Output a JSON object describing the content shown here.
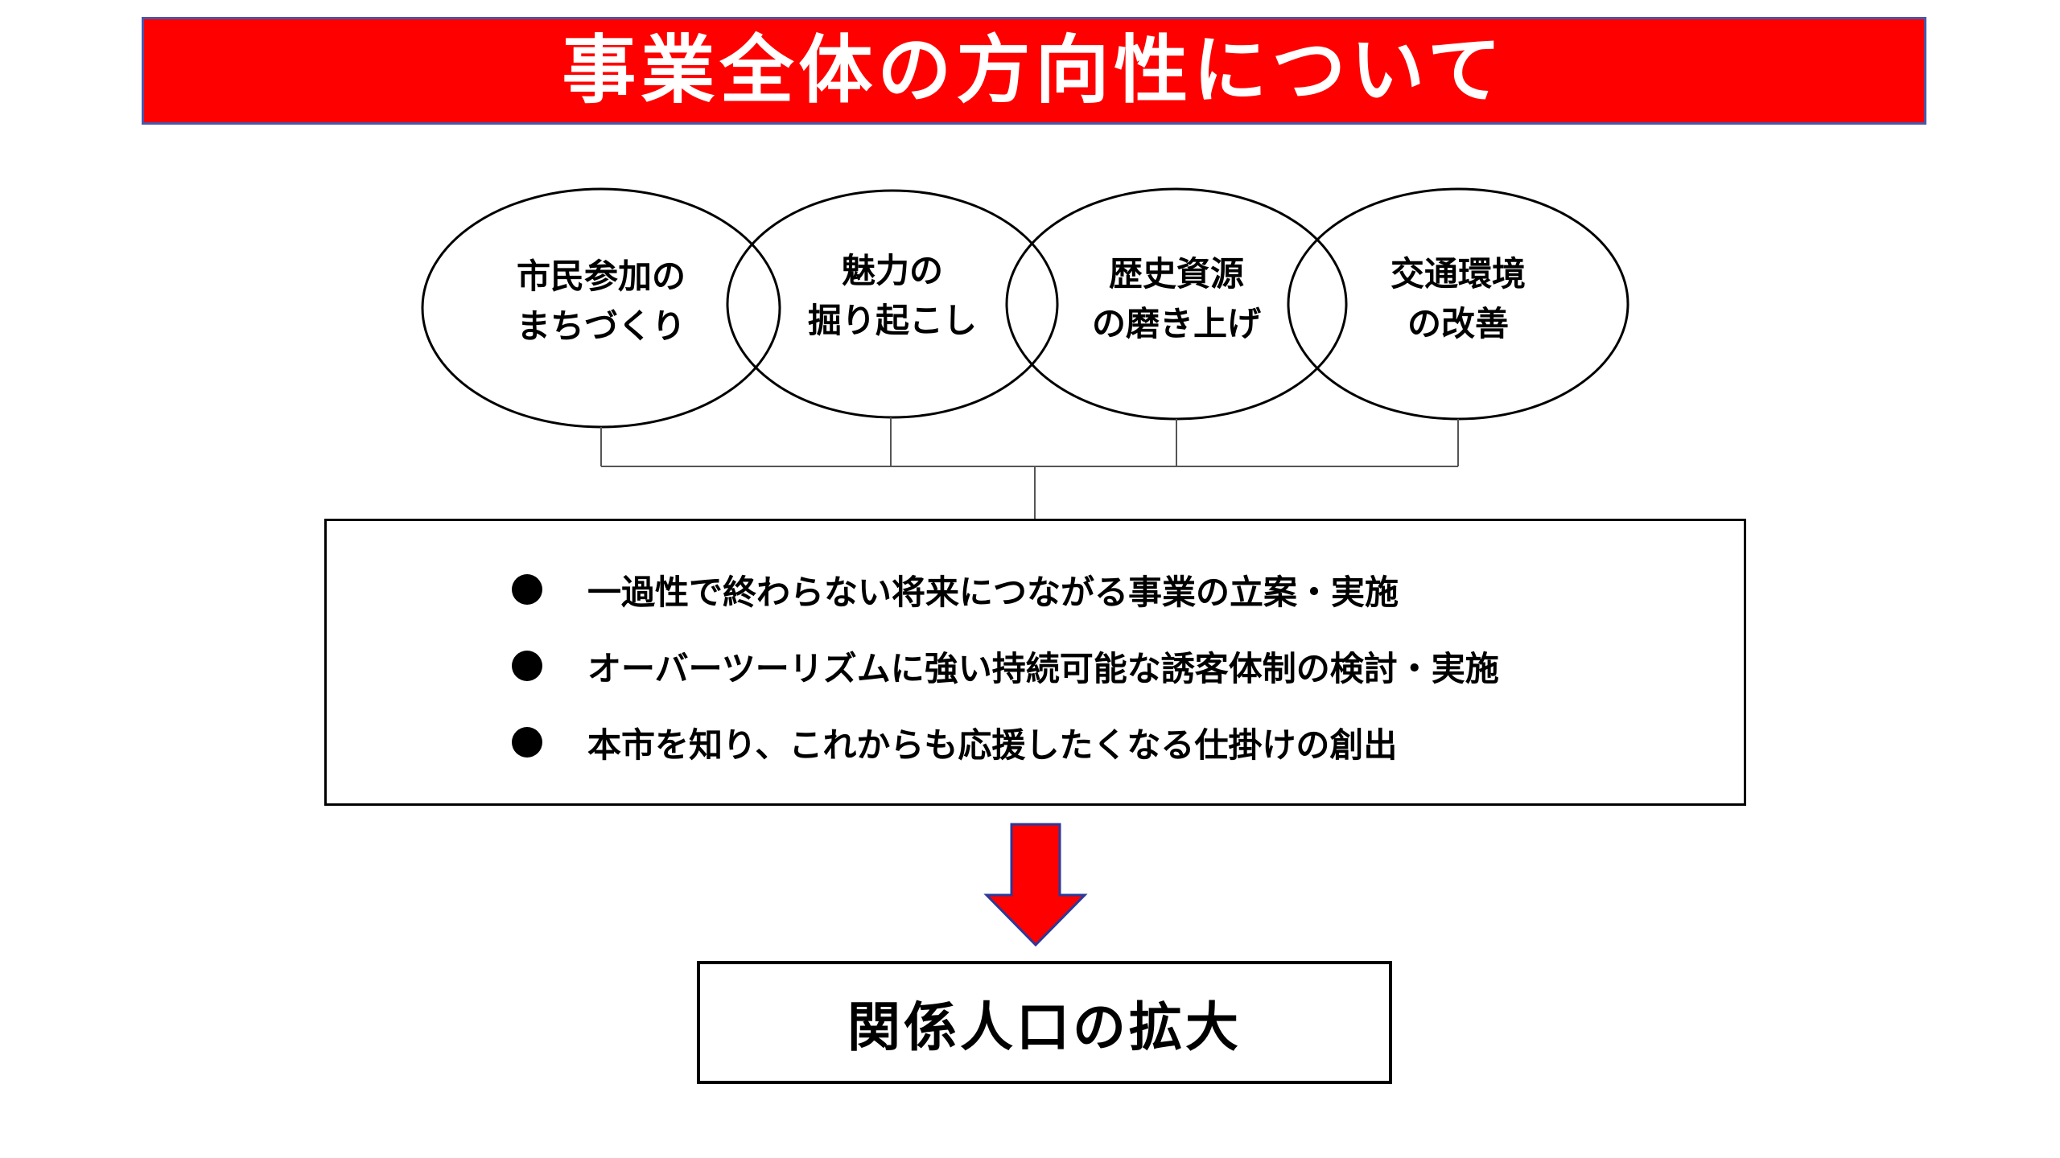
{
  "title": "事業全体の方向性について",
  "colors": {
    "banner": "#ff0000",
    "banner_border": "#4a57a8",
    "arrow_fill": "#ff0000",
    "arrow_stroke": "#2a3a9a"
  },
  "pillars": [
    {
      "line1": "市民参加の",
      "line2": "まちづくり"
    },
    {
      "line1": "魅力の",
      "line2": "掘り起こし"
    },
    {
      "line1": "歴史資源",
      "line2": "の磨き上げ"
    },
    {
      "line1": "交通環境",
      "line2": "の改善"
    }
  ],
  "initiatives": [
    "一過性で終わらない将来につながる事業の立案・実施",
    "オーバーツーリズムに強い持続可能な誘客体制の検討・実施",
    "本市を知り、これからも応援したくなる仕掛けの創出"
  ],
  "result": "関係人口の拡大",
  "arrow_icon": "down-arrow-icon"
}
